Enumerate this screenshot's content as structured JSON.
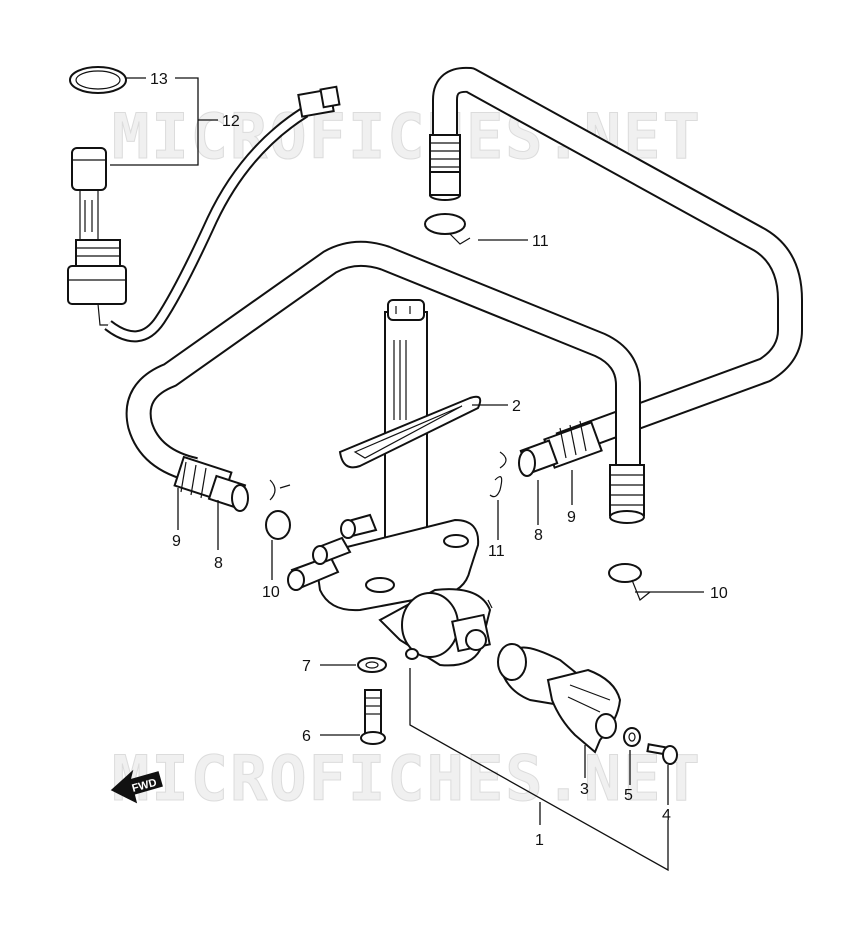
{
  "watermark": {
    "text": "MICROFICHES.NET"
  },
  "fwd_label": "FWD",
  "callouts": {
    "c1": "1",
    "c2": "2",
    "c3": "3",
    "c4": "4",
    "c5": "5",
    "c6": "6",
    "c7": "7",
    "c8a": "8",
    "c8b": "8",
    "c9a": "9",
    "c9b": "9",
    "c10a": "10",
    "c10b": "10",
    "c11a": "11",
    "c11b": "11",
    "c12": "12",
    "c13": "13"
  }
}
